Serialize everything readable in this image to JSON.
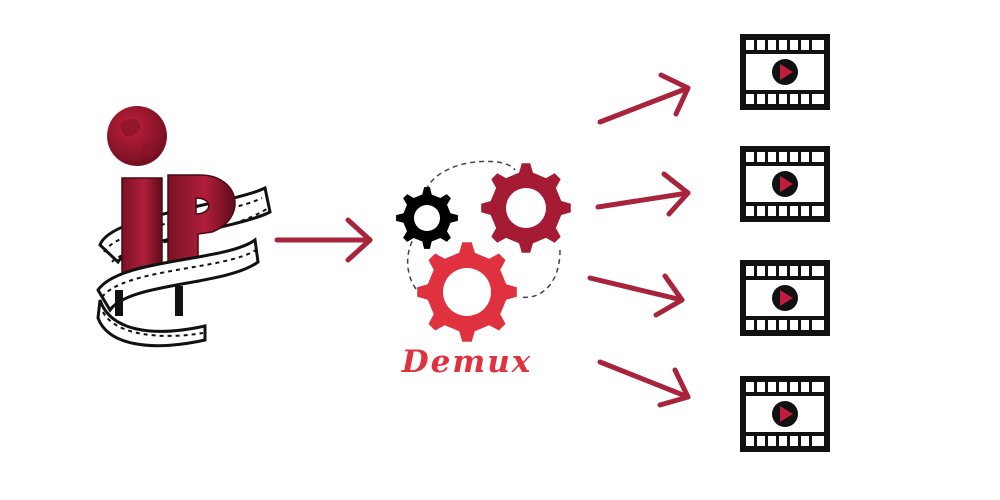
{
  "colors": {
    "background": "#ffffff",
    "accent_red": "#e0313f",
    "dark_red": "#a61b34",
    "arrow": "#a8243c",
    "gear_black": "#000000",
    "film_black": "#111111",
    "dashed_path": "#444444"
  },
  "source": {
    "logo_letters": "iP",
    "icons": [
      "globe-icon",
      "film-strip-icon"
    ]
  },
  "processor": {
    "label": "Demux",
    "icons": [
      "small-black-gear-icon",
      "medium-red-gear-icon",
      "large-red-gear-icon"
    ]
  },
  "outputs": {
    "count": 4,
    "icon": "video-file-icon"
  }
}
